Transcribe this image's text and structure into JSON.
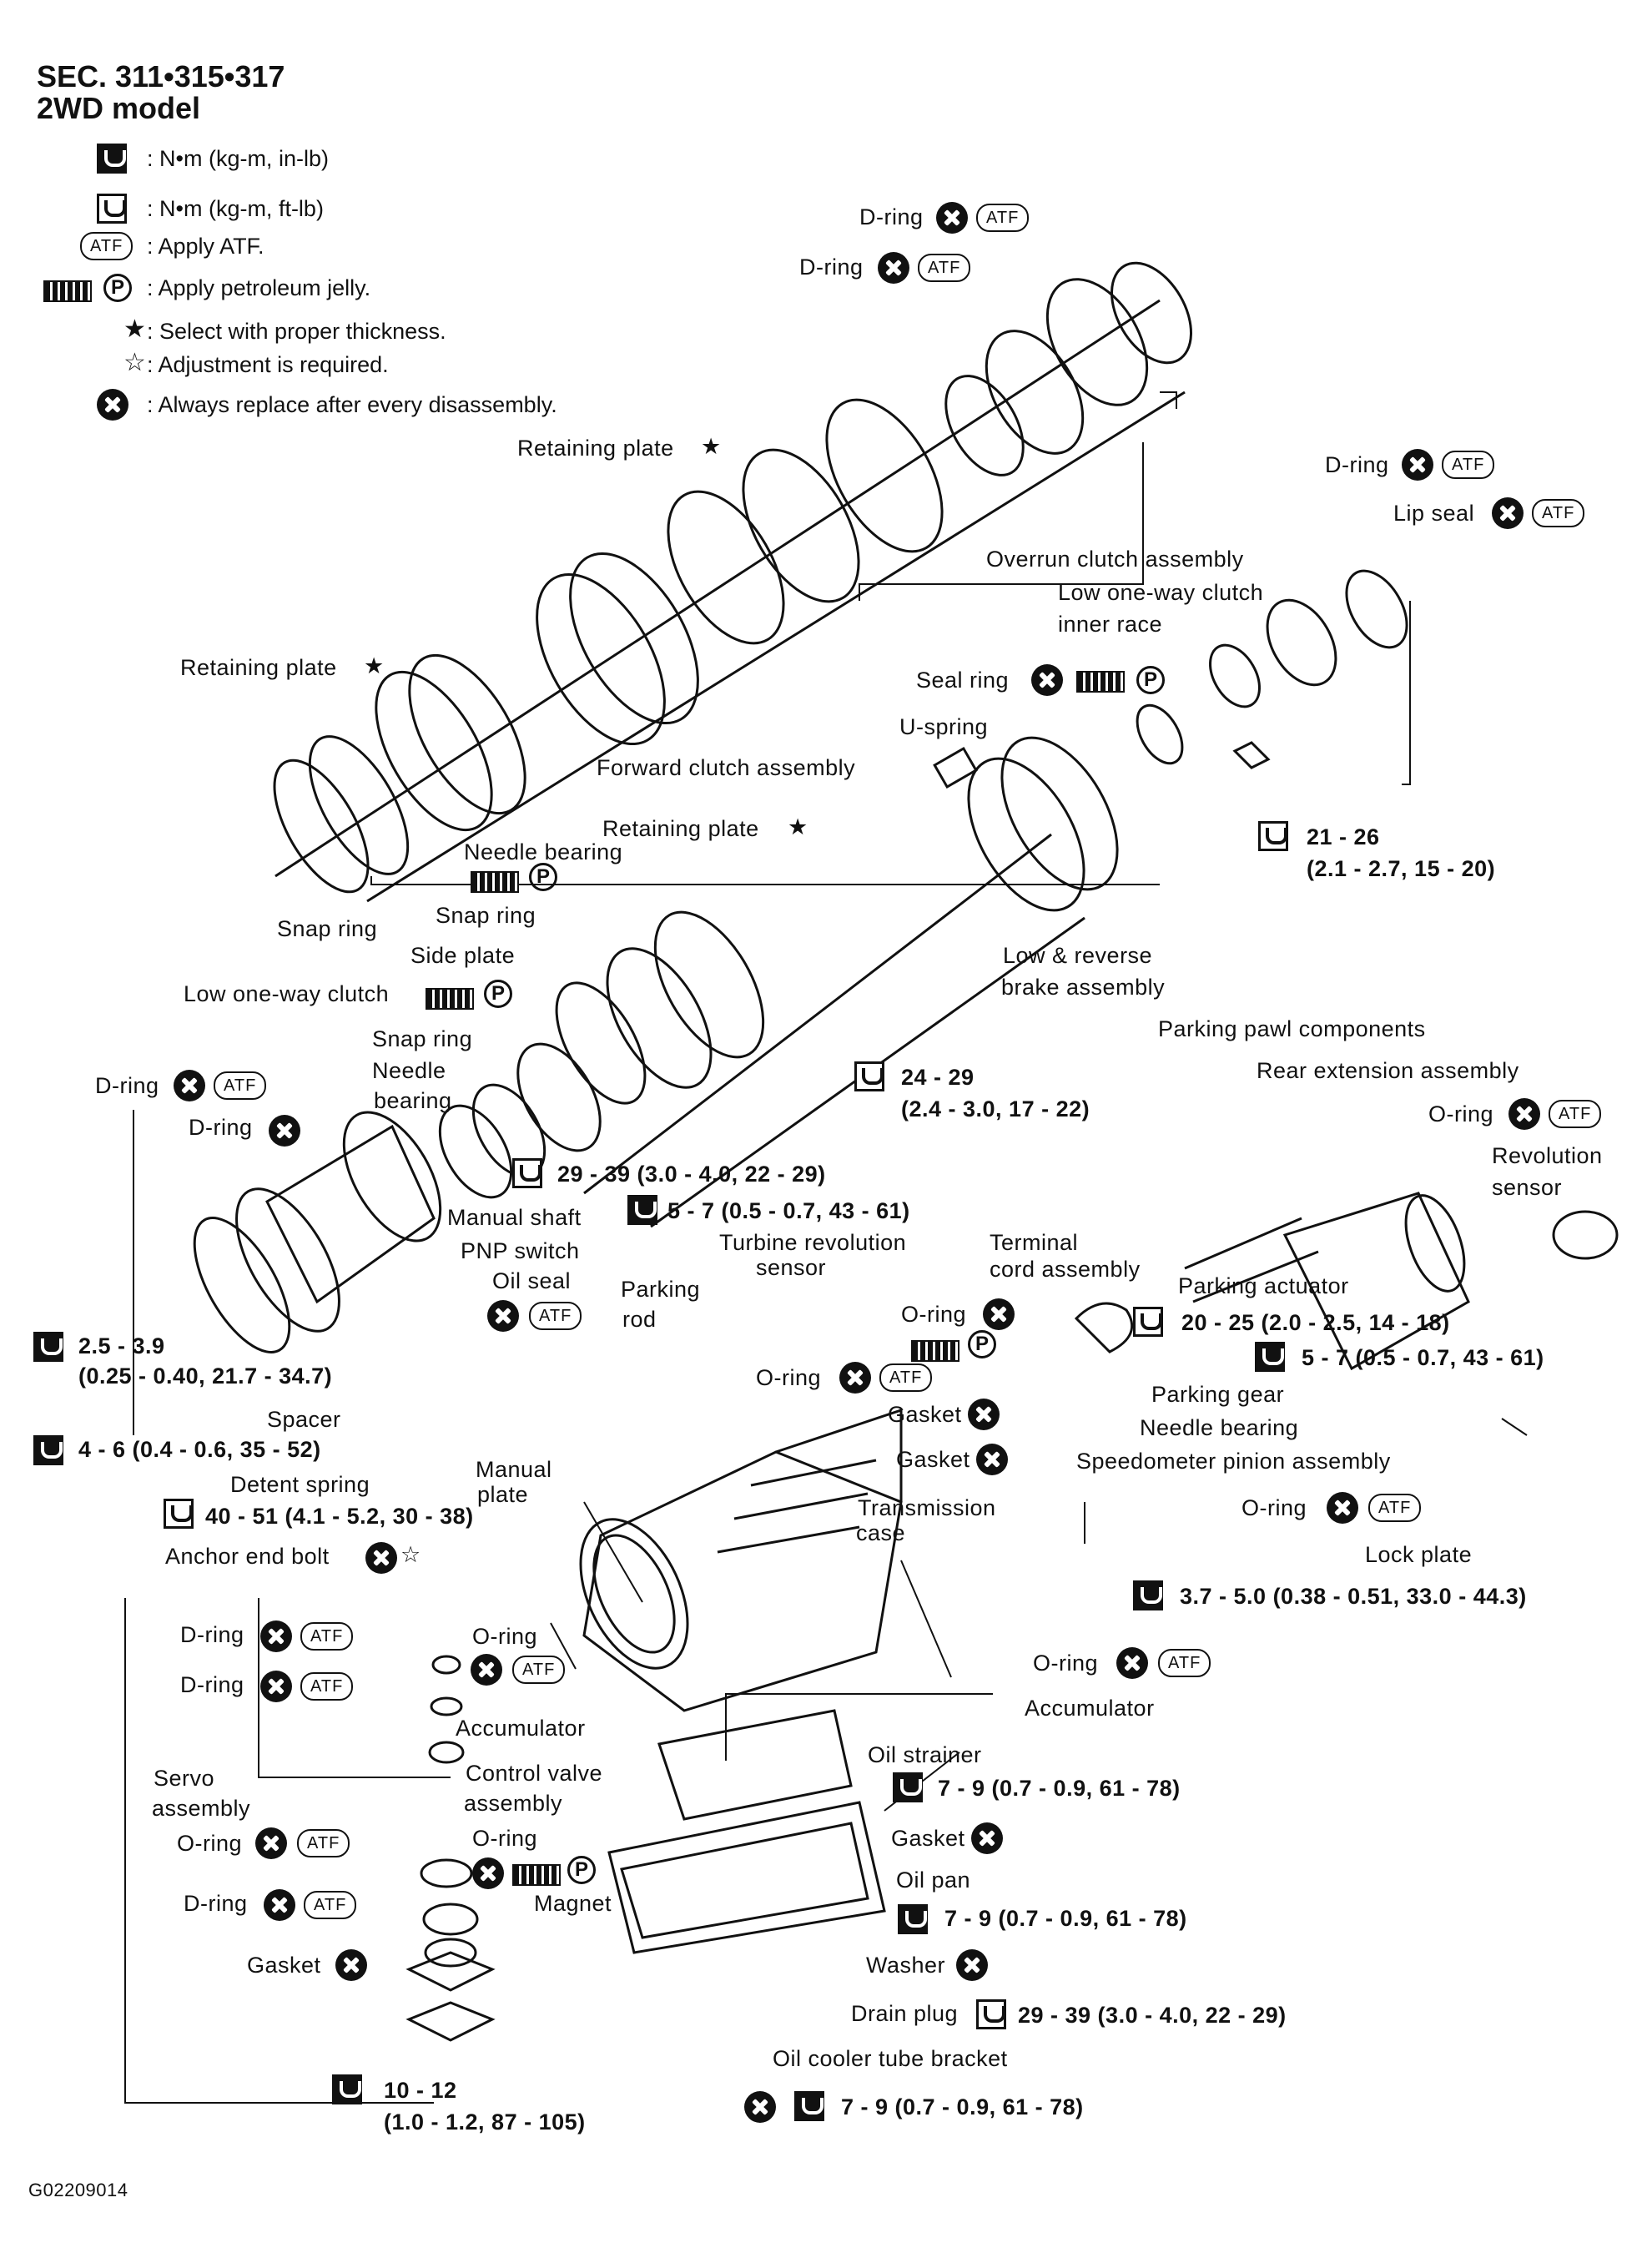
{
  "header": {
    "section": "SEC. 311•315•317",
    "model": "2WD model"
  },
  "legend": [
    {
      "icon": "torque-wrench-in-lb-icon",
      "text": ": N•m (kg-m, in-lb)"
    },
    {
      "icon": "torque-wrench-ft-lb-icon",
      "text": ": N•m (kg-m, ft-lb)"
    },
    {
      "icon": "atf-icon",
      "text": ": Apply ATF."
    },
    {
      "icon": "petroleum-jelly-icon",
      "text": ": Apply petroleum jelly."
    },
    {
      "icon": "black-star-icon",
      "text": ": Select with proper thickness."
    },
    {
      "icon": "white-star-icon",
      "text": ": Adjustment is required."
    },
    {
      "icon": "replace-x-icon",
      "text": ": Always replace after every disassembly."
    }
  ],
  "symbols": {
    "atf": "ATF",
    "p": "P",
    "black_star": "★",
    "white_star": "☆"
  },
  "labels": {
    "d_ring_1": "D-ring",
    "d_ring_2": "D-ring",
    "retaining_plate_top": "Retaining plate",
    "d_ring_3": "D-ring",
    "lip_seal": "Lip seal",
    "overrun_clutch": "Overrun clutch assembly",
    "low_oneway_inner_1": "Low one-way clutch",
    "low_oneway_inner_2": "inner race",
    "retaining_plate_left": "Retaining plate",
    "seal_ring": "Seal ring",
    "u_spring": "U-spring",
    "forward_clutch": "Forward clutch assembly",
    "retaining_plate_mid": "Retaining plate",
    "needle_bearing_1": "Needle bearing",
    "torque_21_26_a": "21 - 26",
    "torque_21_26_b": "(2.1 - 2.7, 15 - 20)",
    "snap_ring_1": "Snap ring",
    "snap_ring_2": "Snap ring",
    "side_plate": "Side plate",
    "low_reverse_1": "Low & reverse",
    "low_reverse_2": "brake assembly",
    "low_oneway_clutch": "Low one-way clutch",
    "snap_ring_3": "Snap ring",
    "needle_bearing_2a": "Needle",
    "needle_bearing_2b": "bearing",
    "parking_pawl": "Parking pawl components",
    "rear_extension": "Rear extension assembly",
    "d_ring_4": "D-ring",
    "d_ring_5": "D-ring",
    "torque_24_29_a": "24 - 29",
    "torque_24_29_b": "(2.4 - 3.0, 17 - 22)",
    "o_ring_1": "O-ring",
    "revolution_sensor_1": "Revolution",
    "revolution_sensor_2": "sensor",
    "torque_29_39_top": "29 - 39 (3.0 - 4.0, 22 - 29)",
    "torque_5_7_top": "5 - 7 (0.5 - 0.7, 43 - 61)",
    "manual_shaft": "Manual shaft",
    "turbine_rev_1": "Turbine revolution",
    "turbine_rev_2": "sensor",
    "terminal_cord_1": "Terminal",
    "terminal_cord_2": "cord assembly",
    "pnp_switch": "PNP switch",
    "oil_seal": "Oil seal",
    "parking_rod_1": "Parking",
    "parking_rod_2": "rod",
    "parking_actuator": "Parking actuator",
    "o_ring_2": "O-ring",
    "torque_20_25": "20 - 25 (2.0 - 2.5, 14 - 18)",
    "torque_25_39_a": "2.5 - 3.9",
    "torque_25_39_b": "(0.25 - 0.40, 21.7 - 34.7)",
    "o_ring_3": "O-ring",
    "torque_5_7_right": "5 - 7 (0.5 - 0.7, 43 - 61)",
    "parking_gear": "Parking gear",
    "spacer": "Spacer",
    "gasket_1": "Gasket",
    "needle_bearing_3": "Needle bearing",
    "torque_4_6": "4 - 6 (0.4 - 0.6, 35 - 52)",
    "gasket_2": "Gasket",
    "speedometer_pinion": "Speedometer pinion assembly",
    "detent_spring": "Detent spring",
    "manual_plate_1": "Manual",
    "manual_plate_2": "plate",
    "torque_40_51": "40 - 51 (4.1 - 5.2, 30 - 38)",
    "transmission_case_1": "Transmission",
    "transmission_case_2": "case",
    "o_ring_4": "O-ring",
    "anchor_end_bolt": "Anchor end bolt",
    "lock_plate": "Lock plate",
    "torque_37_50": "3.7 - 5.0 (0.38 - 0.51, 33.0 - 44.3)",
    "d_ring_6": "D-ring",
    "o_ring_5": "O-ring",
    "d_ring_7": "D-ring",
    "o_ring_6": "O-ring",
    "accumulator_1": "Accumulator",
    "accumulator_2": "Accumulator",
    "oil_strainer": "Oil strainer",
    "servo_1": "Servo",
    "servo_2": "assembly",
    "control_valve_1": "Control valve",
    "control_valve_2": "assembly",
    "torque_7_9_a": "7 - 9 (0.7 - 0.9, 61 - 78)",
    "o_ring_7": "O-ring",
    "o_ring_8": "O-ring",
    "gasket_3": "Gasket",
    "oil_pan": "Oil pan",
    "d_ring_8": "D-ring",
    "magnet": "Magnet",
    "torque_7_9_b": "7 - 9 (0.7 - 0.9, 61 - 78)",
    "gasket_4": "Gasket",
    "washer": "Washer",
    "drain_plug": "Drain plug",
    "torque_29_39_bottom": "29 - 39 (3.0 - 4.0, 22 - 29)",
    "oil_cooler_bracket": "Oil cooler tube bracket",
    "torque_10_12_a": "10 - 12",
    "torque_10_12_b": "(1.0 - 1.2, 87 - 105)",
    "torque_7_9_c": "7 - 9 (0.7 - 0.9, 61 - 78)"
  },
  "figure_id": "G02209014"
}
